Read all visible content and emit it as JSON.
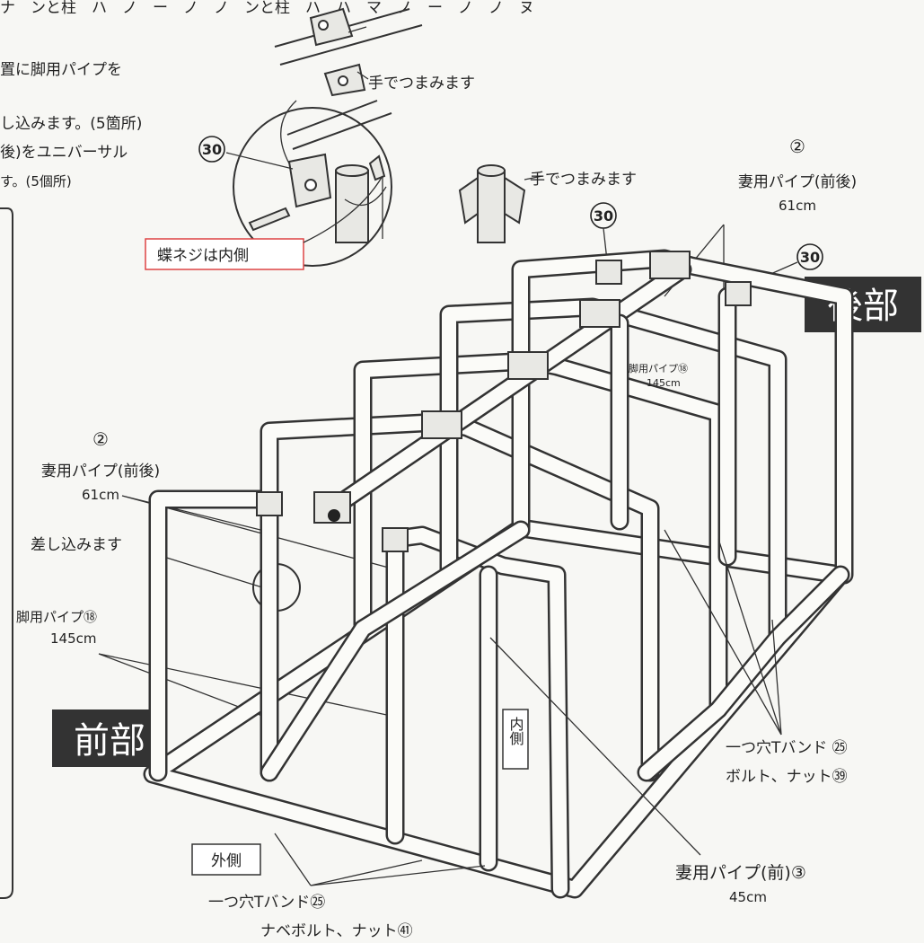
{
  "header": {
    "top_text": "ナ　ンと柱　ハ　ノ　ー　ノ　ノ　ンと柱　ハ　ハ　マ　ノ　ー　ノ　ノ　ヌ"
  },
  "instructions": {
    "line1": "置に脚用パイプを",
    "line2": "し込みます。(5箇所)",
    "line3": "後)をユニバーサル",
    "line4": "す。(5個所)"
  },
  "callouts": {
    "pinch_top": "手でつまみます",
    "pinch_mid": "手でつまみます",
    "part30_left": "30",
    "part30_mid": "30",
    "part30_right": "30",
    "wing_nut_inside": "蝶ネジは内側",
    "gable_pipe_label": "妻用パイプ(前後)",
    "gable_pipe_num": "②",
    "gable_pipe_len": "61cm",
    "gable_pipe_left_num": "②",
    "gable_pipe_left_label": "妻用パイプ(前後)",
    "gable_pipe_left_len": "61cm",
    "insert": "差し込みます",
    "leg_pipe_left_label": "脚用パイプ⑱",
    "leg_pipe_left_len": "145cm",
    "leg_pipe_center_label": "脚用パイプ⑱",
    "leg_pipe_center_len": "145cm",
    "rear": "後部",
    "front": "前部",
    "inner_side": "内側",
    "outer_side": "外側",
    "tband_right_line1": "一つ穴Tバンド ㉕",
    "tband_right_line2": "ボルト、ナット㊴",
    "gable_front_label": "妻用パイプ(前)③",
    "gable_front_len": "45cm",
    "tband_bottom_line1": "一つ穴Tバンド㉕",
    "tband_bottom_line2": "ナベボルト、ナット㊶"
  }
}
